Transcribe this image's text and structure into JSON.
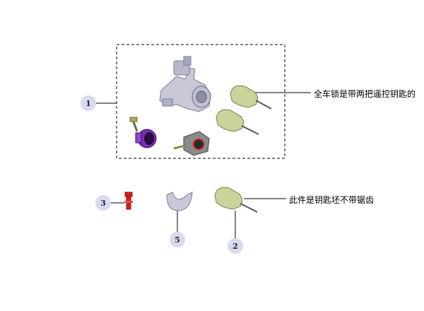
{
  "callouts": [
    {
      "number": "1",
      "label": "全车锁是带两把遥控钥匙的"
    },
    {
      "number": "2",
      "label": "此件是钥匙坯不带锯齿"
    },
    {
      "number": "3",
      "label": ""
    },
    {
      "number": "5",
      "label": ""
    }
  ],
  "parts": [
    {
      "name": "ignition-lock-cylinder-assembly",
      "callout": "1"
    },
    {
      "name": "remote-key",
      "callout": "1"
    },
    {
      "name": "remote-key",
      "callout": "1"
    },
    {
      "name": "door-lock-cylinder",
      "callout": "1"
    },
    {
      "name": "trunk-lock-cylinder",
      "callout": "1"
    },
    {
      "name": "key-blank",
      "callout": "2"
    },
    {
      "name": "red-clip",
      "callout": "3"
    },
    {
      "name": "lock-bracket",
      "callout": "5"
    }
  ],
  "colors": {
    "badge_fill": "#d9d9f0",
    "key_body": "#c9d39a",
    "lock_body": "#c8c8d8",
    "cylinder_purple": "#7a2fb0",
    "clip_red": "#d42020"
  }
}
